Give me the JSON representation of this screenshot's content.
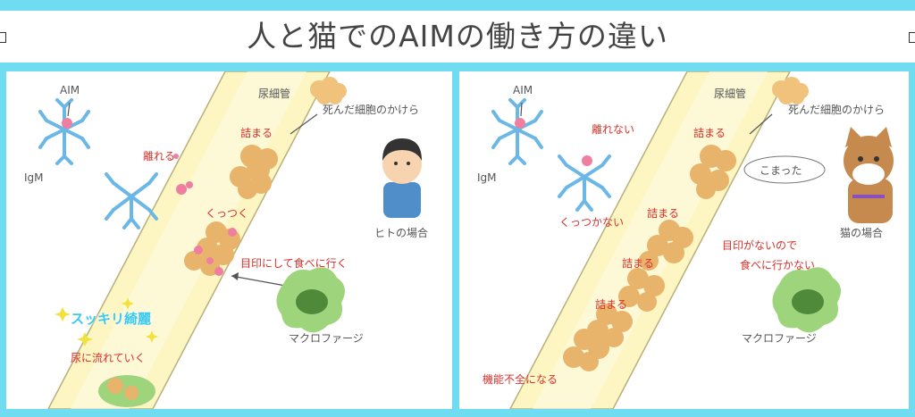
{
  "title": "人と猫でのAIMの働き方の違い",
  "colors": {
    "frame": "#6fdcf2",
    "tube": "#fdf6c3",
    "debris": "#f0c27b",
    "antibody": "#6bb7e6",
    "aim": "#ef7fa0",
    "red_text": "#d9302a",
    "cyan_text": "#3cc9f0",
    "macrophage": "#8fcf6e"
  },
  "left": {
    "aim": "AIM",
    "igm": "IgM",
    "hanareru": "離れる",
    "nyousaikan": "尿細管",
    "debris": "死んだ細胞のかけら",
    "tsumaru": "詰まる",
    "kuttsuku": "くっつく",
    "mejirushi": "目印にして食べに行く",
    "human": "ヒトの場合",
    "sukkiri": "スッキリ綺麗",
    "nagarete": "尿に流れていく",
    "macrophage": "マクロファージ"
  },
  "right": {
    "aim": "AIM",
    "igm": "IgM",
    "hanarenai": "離れない",
    "nyousaikan": "尿細管",
    "debris": "死んだ細胞のかけら",
    "tsumaru1": "詰まる",
    "komatta": "こまった",
    "tsumaru2": "詰まる",
    "kuttsukanai": "くっつかない",
    "tsumaru3": "詰まる",
    "mejirushi_nai1": "目印がないので",
    "mejirushi_nai2": "食べに行かない",
    "cat": "猫の場合",
    "tsumaru4": "詰まる",
    "macrophage": "マクロファージ",
    "kinou": "機能不全になる"
  }
}
